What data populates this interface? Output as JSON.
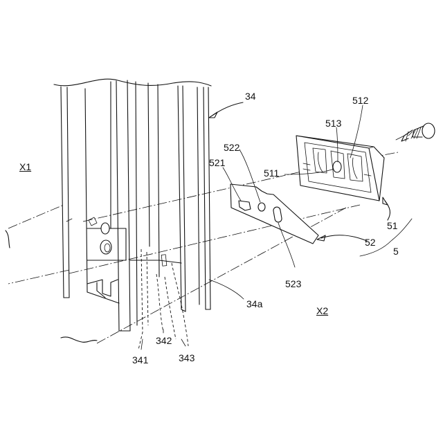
{
  "labels": {
    "n34": "34",
    "n34a": "34a",
    "n341": "341",
    "n342": "342",
    "n343": "343",
    "n5": "5",
    "n51": "51",
    "n52": "52",
    "n511": "511",
    "n512": "512",
    "n513": "513",
    "n521": "521",
    "n522": "522",
    "n523": "523",
    "x1": "X1",
    "x2": "X2"
  }
}
